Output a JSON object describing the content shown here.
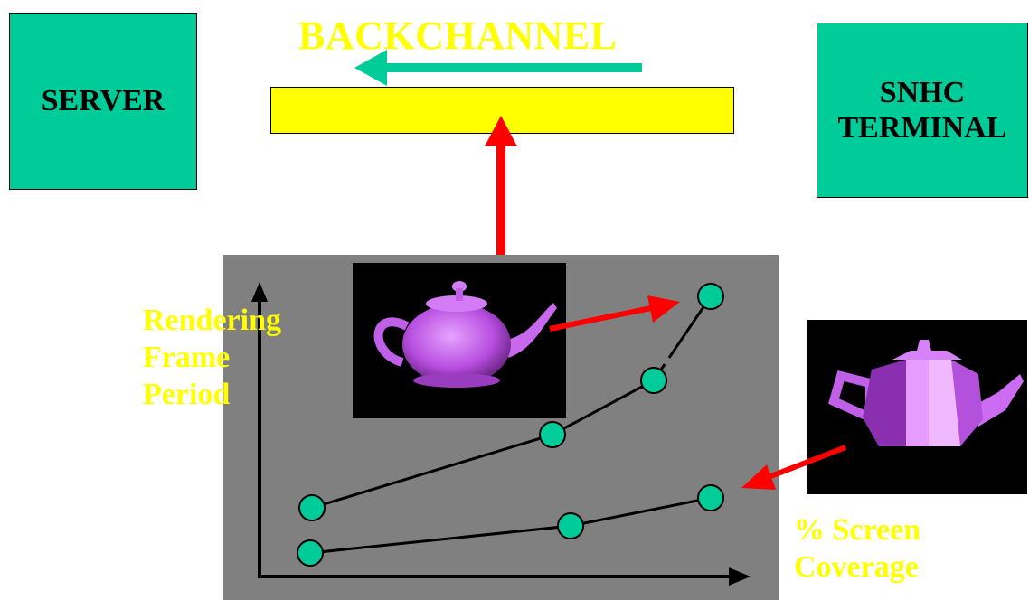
{
  "server": {
    "label": "SERVER"
  },
  "terminal": {
    "label_line1": "SNHC",
    "label_line2": "TERMINAL"
  },
  "backchannel": {
    "label": "BACKCHANNEL"
  },
  "graph": {
    "ylabel_line1": "Rendering",
    "ylabel_line2": "Frame",
    "ylabel_line3": "Period",
    "xlabel_line1": "% Screen",
    "xlabel_line2": "Coverage"
  },
  "colors": {
    "box": "#00cc99",
    "text_highlight": "#ffff00",
    "arrow_red": "#ff0000",
    "arrow_green": "#00cc99",
    "panel": "#808080",
    "teapot": "#cc66ff"
  }
}
